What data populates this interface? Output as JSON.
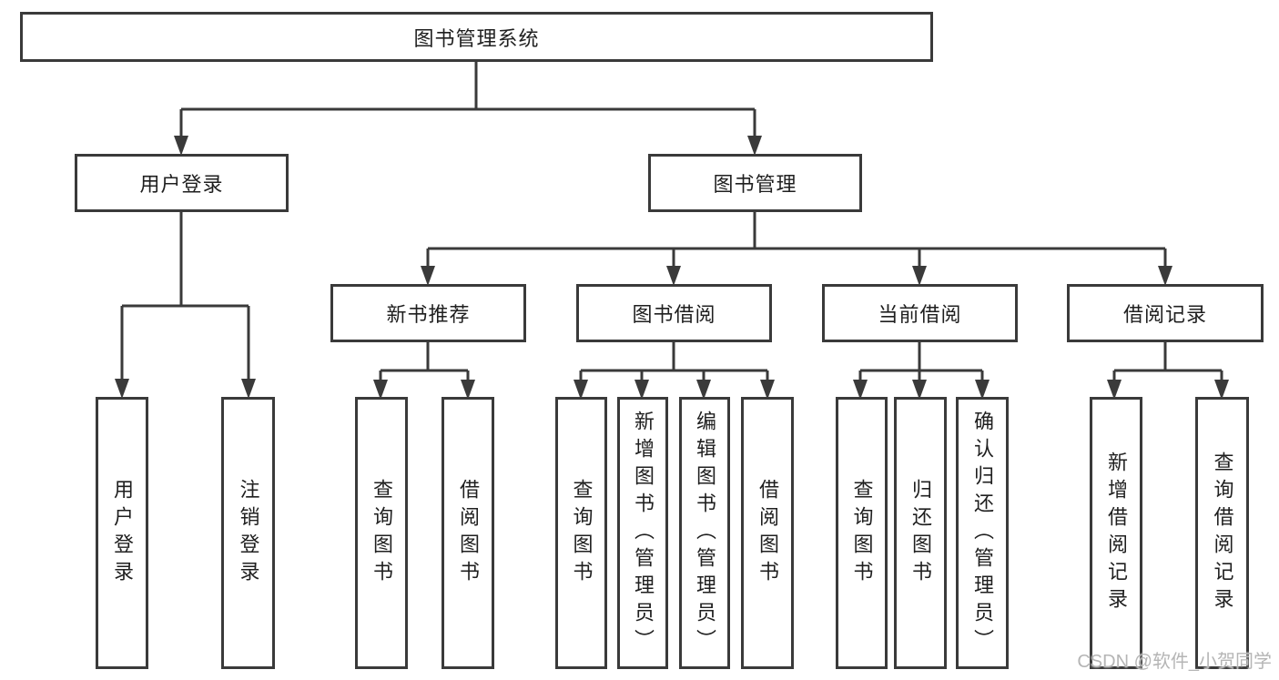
{
  "diagram_title": "图书管理系统",
  "nodes": {
    "root": "图书管理系统",
    "level2": [
      "用户登录",
      "图书管理"
    ],
    "level3": [
      "新书推荐",
      "图书借阅",
      "当前借阅",
      "借阅记录"
    ],
    "leaves": [
      "用户登录",
      "注销登录",
      "查询图书",
      "借阅图书",
      "查询图书",
      "新增图书（管理员）",
      "编辑图书（管理员）",
      "借阅图书",
      "查询图书",
      "归还图书",
      "确认归还（管理员）",
      "新增借阅记录",
      "查询借阅记录"
    ]
  },
  "watermark": "CSDN @软件_小贺同学",
  "colors": {
    "line": "#3a3a3a",
    "text": "#1f1f1f",
    "box_background": "#ffffff",
    "page_background": "#ffffff",
    "watermark": "#b5b5b5"
  }
}
